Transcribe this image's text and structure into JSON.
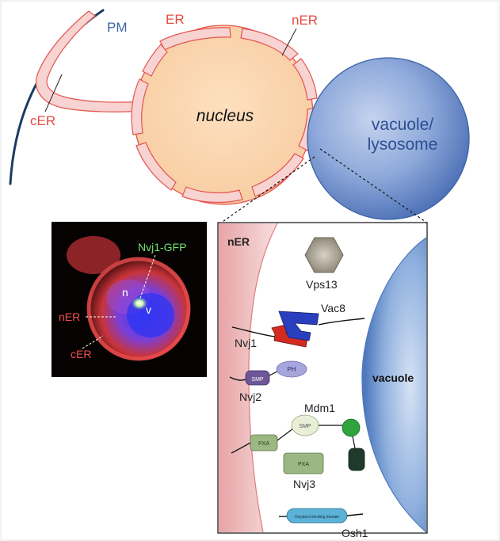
{
  "overview": {
    "pm": "PM",
    "er": "ER",
    "ner": "nER",
    "cer": "cER",
    "nucleus": "nucleus",
    "vacuole": "vacuole/",
    "lysosome": "lysosome"
  },
  "micrograph": {
    "nvj1_gfp": "Nvj1-GFP",
    "n": "n",
    "v": "v",
    "ner": "nER",
    "cer": "cER"
  },
  "inset": {
    "ner": "nER",
    "vacuole": "vacuole",
    "vps13": "Vps13",
    "vac8": "Vac8",
    "nvj1": "Nvj1",
    "nvj2": "Nvj2",
    "nvj2_smp": "SMP",
    "nvj2_ph": "PH",
    "mdm1": "Mdm1",
    "mdm1_pxa": "PXA",
    "mdm1_sub": "SMP",
    "nvj3": "Nvj3",
    "nvj3_pxa": "PXA",
    "osh1": "Osh1",
    "osh1_domain": "Oxysterol binding domain"
  },
  "colors": {
    "pm_line": "#1f3b62",
    "er_fill": "#f7d3d2",
    "er_stroke": "#e4544f",
    "nucleus_fill": "#fad3ac",
    "vacuole_fill": "#6c8fcf",
    "vacuole_stroke": "#3d64a8",
    "label_red": "#e44b40",
    "label_blue": "#3a63a8"
  }
}
